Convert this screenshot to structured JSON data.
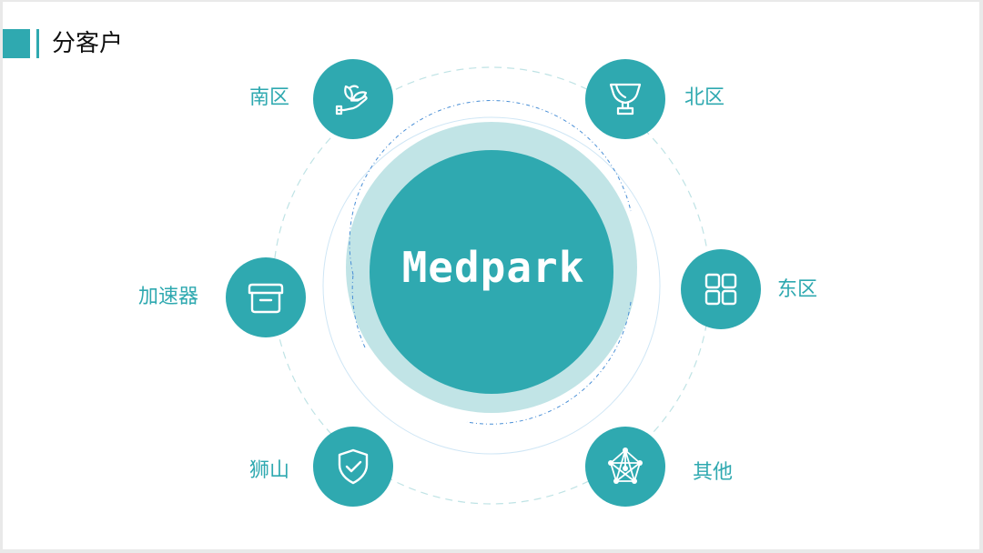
{
  "header": {
    "title": "分客户"
  },
  "center": {
    "label": "Medpark"
  },
  "nodes": [
    {
      "id": "south",
      "label": "南区",
      "icon": "hand-plant-icon"
    },
    {
      "id": "north",
      "label": "北区",
      "icon": "trophy-icon"
    },
    {
      "id": "accelerator",
      "label": "加速器",
      "icon": "box-icon"
    },
    {
      "id": "east",
      "label": "东区",
      "icon": "grid-icon"
    },
    {
      "id": "shishan",
      "label": "狮山",
      "icon": "shield-check-icon"
    },
    {
      "id": "other",
      "label": "其他",
      "icon": "network-icon"
    }
  ],
  "colors": {
    "accent": "#2fa9b0",
    "light_ring": "#bfe3e5",
    "dashed": "#a9d6d9"
  }
}
